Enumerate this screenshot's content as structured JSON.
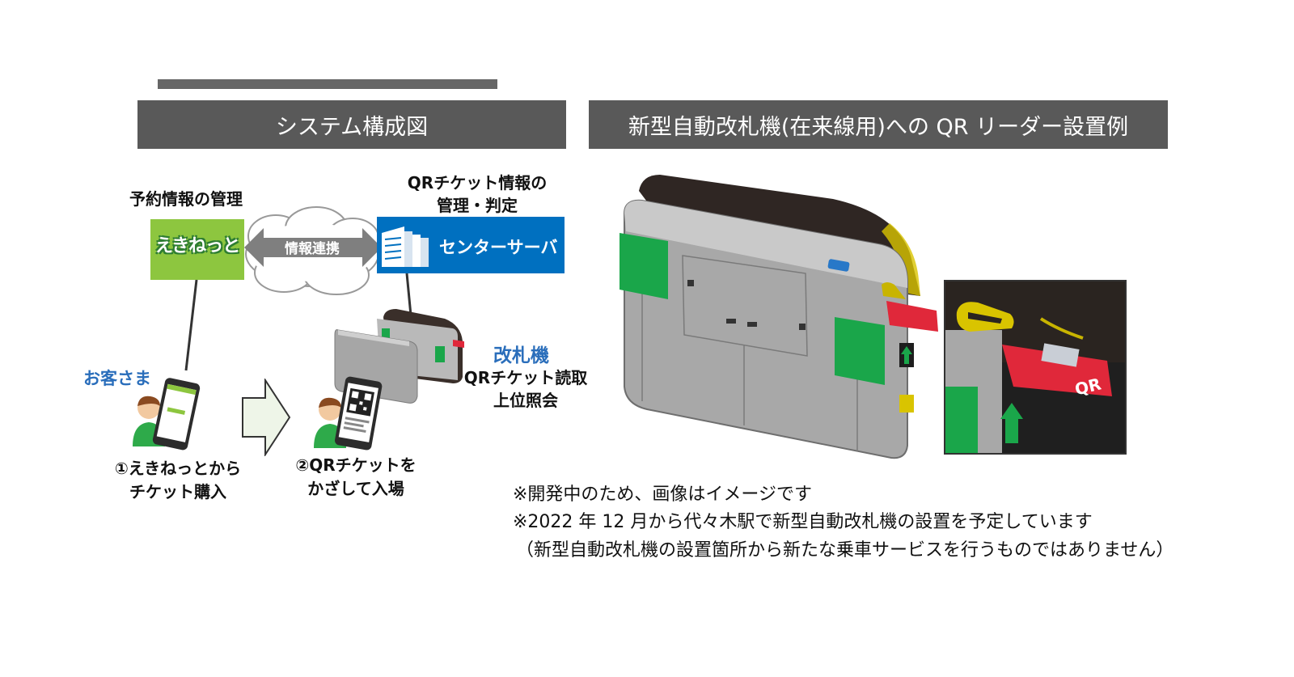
{
  "headers": {
    "left": "システム構成図",
    "right": "新型自動改札機(在来線用)への QR リーダー設置例"
  },
  "diagram": {
    "reservation_label": "予約情報の管理",
    "ekinet_logo": "えきねっと",
    "link_label": "情報連携",
    "qr_info_label": [
      "QRチケット情報の",
      "管理・判定"
    ],
    "server_label": "センターサーバ",
    "gate_title": "改札機",
    "gate_desc": [
      "QRチケット読取",
      "上位照会"
    ],
    "customer_label": "お客さま",
    "step1": [
      "①えきねっとから",
      "チケット購入"
    ],
    "step2": [
      "②QRチケットを",
      "かざして入場"
    ]
  },
  "photo": {
    "qr_badge": "QR"
  },
  "notes": [
    "※開発中のため、画像はイメージです",
    "※2022 年 12 月から代々木駅で新型自動改札機の設置を予定しています",
    "（新型自動改札機の設置箇所から新たな乗車サービスを行うものではありません）"
  ],
  "colors": {
    "header_bg": "#595959",
    "ekinet_green": "#8dc63f",
    "server_blue": "#0070c0",
    "gate_blue": "#2a6ebb",
    "customer_blue": "#2a6ebb",
    "qr_red": "#e0283a",
    "panel_green": "#1aa64a"
  }
}
